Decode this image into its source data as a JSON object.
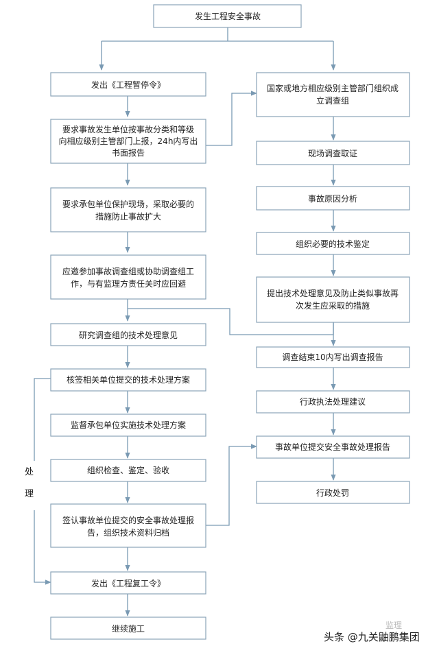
{
  "nodes": {
    "start": "发生工程安全事故",
    "stop_order": "发出《工程暂停令》",
    "report_req": [
      "要求事故发生单位按事故分类和等级",
      "向相应级别主管部门上报，24h内写出",
      "书面报告"
    ],
    "protect_site": [
      "要求承包单位保护现场，采取必要的",
      "措施防止事故扩大"
    ],
    "join_investigation": [
      "应邀参加事故调查组或协助调查组工",
      "作，与有监理方责任关时应回避"
    ],
    "study_opinion": "研究调查组的技术处理意见",
    "sign_plan": "核签相关单位提交的技术处理方案",
    "supervise_plan": "监督承包单位实施技术处理方案",
    "inspect_accept": "组织检查、鉴定、验收",
    "sign_report": [
      "签认事故单位提交的安全事故处理报",
      "告，组织技术资料归档"
    ],
    "resume_order": "发出《工程复工令》",
    "continue_work": "继续施工",
    "form_group": [
      "国家或地方相应级别主管部门组织成",
      "立调查组"
    ],
    "site_evidence": "现场调查取证",
    "cause_analysis": "事故原因分析",
    "tech_appraisal": "组织必要的技术鉴定",
    "propose_measures": [
      "提出技术处理意见及防止类似事故再",
      "次发生应采取的措施"
    ],
    "investigation_report": "调查结束10内写出调查报告",
    "admin_suggestion": "行政执法处理建议",
    "unit_report": "事故单位提交安全事故处理报告",
    "admin_penalty": "行政处罚"
  },
  "side_label": [
    "处",
    "理"
  ],
  "footer": {
    "source": "头条 @九关鼬鹏集团",
    "faint": "监理"
  },
  "colors": {
    "box_border": "#8aa3b8",
    "connector": "#7a9ab3",
    "text": "#222222"
  }
}
